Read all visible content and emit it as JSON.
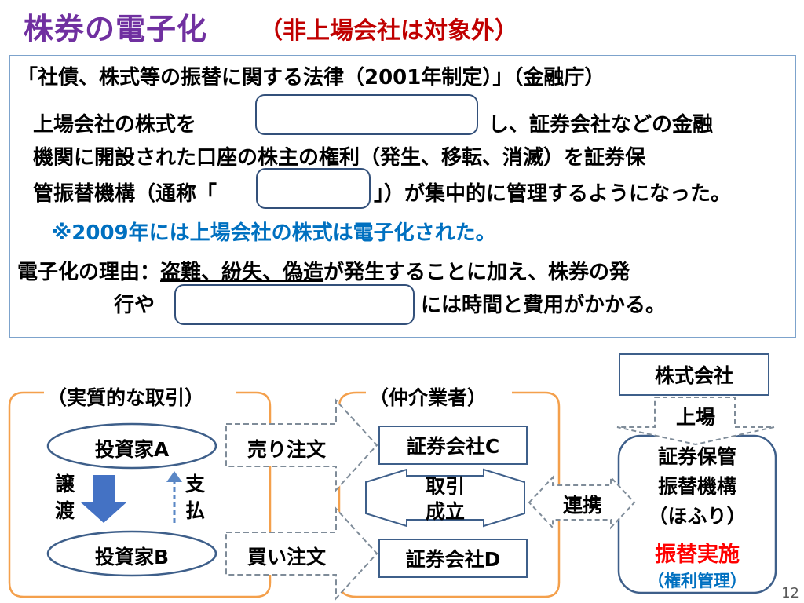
{
  "title": "株券の電子化",
  "subtitle": "（非上場会社は対象外）",
  "info": {
    "law_line": "「社債、株式等の振替に関する法律（2001年制定）」（金融庁）",
    "line1_a": "上場会社の株式を",
    "line1_b": "し、証券会社などの金融",
    "line2": "機関に開設された口座の株主の権利（発生、移転、消滅）を証券保",
    "line3_a": "管振替機構（通称「",
    "line3_b": "」）が集中的に管理するようになった。",
    "note": "※2009年には上場会社の株式は電子化された。",
    "reason_label": "電子化の理由：",
    "reason_underlined": "盗難、紛失、偽造",
    "reason_rest": "が発生することに加え、株券の発",
    "reason2_a": "行や",
    "reason2_b": "には時間と費用がかかる。"
  },
  "diagram": {
    "group_left": "（実質的な取引）",
    "group_mid": "（仲介業者）",
    "investor_a": "投資家A",
    "investor_b": "投資家B",
    "transfer_label": [
      "譲",
      "渡"
    ],
    "payment_label": [
      "支",
      "払"
    ],
    "sell_order": "売り注文",
    "buy_order": "買い注文",
    "broker_c": "証券会社C",
    "broker_d": "証券会社D",
    "deal_done": [
      "取引",
      "成立"
    ],
    "cooperation": "連携",
    "company": "株式会社",
    "listing": "上場",
    "depository": [
      "証券保管",
      "振替機構",
      "（ほふり）"
    ],
    "transfer_exec": "振替実施",
    "rights_mgmt": "（権利管理）"
  },
  "colors": {
    "title": "#7030a0",
    "subtitle": "#c00000",
    "note": "#0070c0",
    "transfer_exec": "#ff0000",
    "rights_mgmt": "#0070c0",
    "orange_frame": "#f4a04c",
    "arrow_fill": "#4472c4"
  },
  "page_number": "12"
}
